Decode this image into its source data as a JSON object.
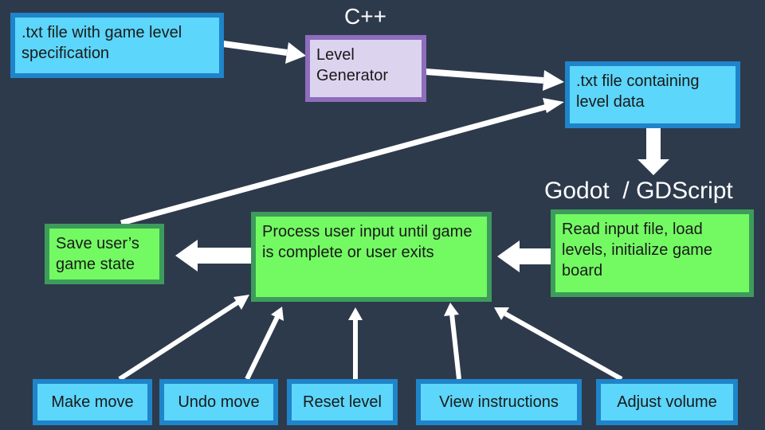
{
  "labels": {
    "cpp": "C++",
    "godot": "Godot  / GDScript"
  },
  "nodes": {
    "spec": ".txt file with game level specification",
    "generator": "Level Generator",
    "level_data": ".txt file containing level data",
    "read_input": "Read input file, load levels, initialize game board",
    "process": "Process user input until game is complete or user exits",
    "save_state": "Save user’s game state",
    "make_move": "Make move",
    "undo_move": "Undo move",
    "reset_level": "Reset level",
    "view_instructions": "View instructions",
    "adjust_volume": "Adjust volume"
  },
  "colors": {
    "background": "#2d3a4c",
    "blue_fill": "#5cd6fa",
    "blue_border": "#1f84c9",
    "green_fill": "#73fa63",
    "green_border": "#3d9c5b",
    "purple_fill": "#dcd4ef",
    "purple_border": "#8e6dbd",
    "arrow": "#ffffff"
  }
}
